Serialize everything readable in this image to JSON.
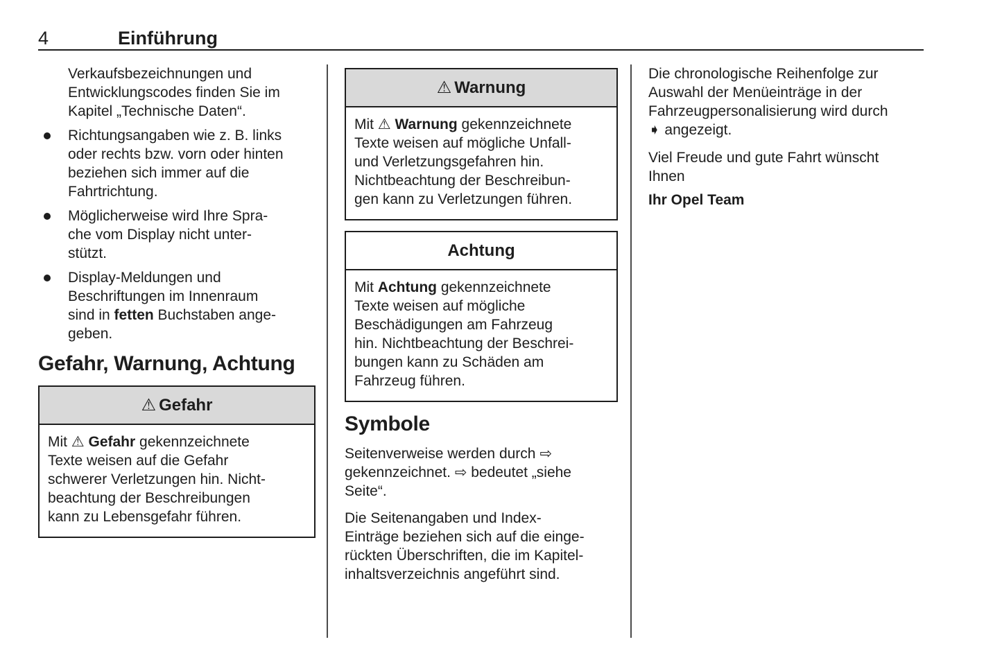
{
  "page": {
    "number": "4",
    "title": "Einführung"
  },
  "icons": {
    "warning_triangle": "⚠"
  },
  "col1": {
    "intro": "Verkaufsbezeichnungen und\nEntwicklungscodes finden Sie im\nKapitel „Technische Daten“.",
    "bullets": [
      {
        "text": "Richtungsangaben wie z. B. links\noder rechts bzw. vorn oder hinten\nbeziehen sich immer auf die\nFahrtrichtung."
      },
      {
        "text": "Möglicherweise wird Ihre Spra-\nche vom Display nicht unter-\nstützt."
      },
      {
        "pre": "Display-Meldungen und\nBeschriftungen im Innenraum\nsind in ",
        "bold": "fetten",
        "post": " Buchstaben ange-\ngeben."
      }
    ],
    "section_heading": "Gefahr, Warnung, Achtung",
    "gefahr_box": {
      "header": "Gefahr",
      "body": {
        "pre": "Mit ",
        "bold": "⚠ Gefahr",
        "post": " gekennzeichnete\nTexte weisen auf die Gefahr\nschwerer Verletzungen hin. Nicht-\nbeachtung der Beschreibungen\nkann zu Lebensgefahr führen."
      }
    }
  },
  "col2": {
    "warnung_box": {
      "header": "Warnung",
      "body": {
        "pre": "Mit ",
        "bold": "⚠ Warnung",
        "post": " gekennzeichnete\nTexte weisen auf mögliche Unfall-\nund Verletzungsgefahren hin.\nNichtbeachtung der Beschreibun-\ngen kann zu Verletzungen führen."
      }
    },
    "achtung_box": {
      "header": "Achtung",
      "body": {
        "pre": "Mit ",
        "bold": "Achtung",
        "post": " gekennzeichnete\nTexte weisen auf mögliche\nBeschädigungen am Fahrzeug\nhin. Nichtbeachtung der Beschrei-\nbungen kann zu Schäden am\nFahrzeug führen."
      }
    },
    "symbole_heading": "Symbole",
    "symbole_p1": "Seitenverweise werden durch ⇨\ngekennzeichnet. ⇨ bedeutet „siehe\nSeite“.",
    "symbole_p2": "Die Seitenangaben und Index-\nEinträge beziehen sich auf die einge-\nrückten Überschriften, die im Kapitel-\ninhaltsverzeichnis angeführt sind."
  },
  "col3": {
    "p1": "Die chronologische Reihenfolge zur\nAuswahl der Menüeinträge in der\nFahrzeugpersonalisierung wird durch\n➧ angezeigt.",
    "p2": "Viel Freude und gute Fahrt wünscht\nIhnen",
    "p3": "Ihr Opel Team"
  }
}
